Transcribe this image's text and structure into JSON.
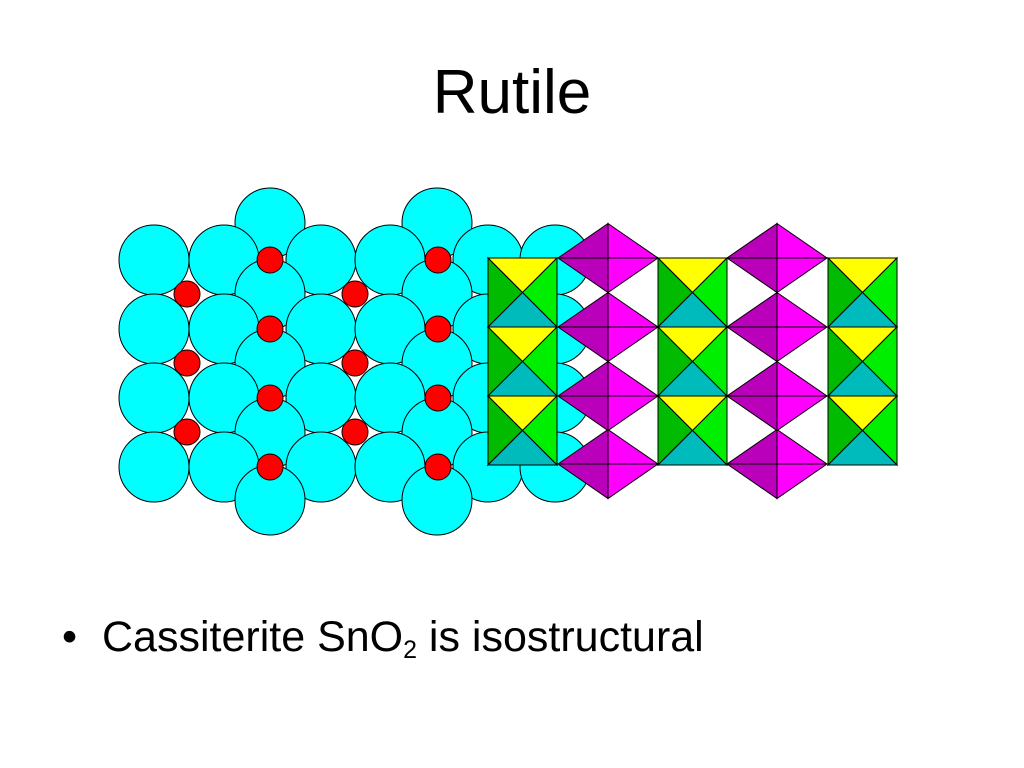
{
  "slide": {
    "title": "Rutile",
    "bullets": [
      {
        "marker": "•",
        "text_before": "Cassiterite SnO",
        "subscript": "2",
        "text_after": " is isostructural"
      }
    ]
  },
  "colors": {
    "background": "#ffffff",
    "oxygen_sphere": "#00ffff",
    "titanium_atom": "#ff0000",
    "octahedron_top_face": "#ffff00",
    "octahedron_side_face": "#00ee00",
    "octahedron_side_face_dark": "#00bb00",
    "octahedron_bottom_face": "#00bbbb",
    "octahedron_edge_on_light": "#ff00ff",
    "octahedron_edge_on_dark": "#bb00bb",
    "outline": "#000000"
  }
}
